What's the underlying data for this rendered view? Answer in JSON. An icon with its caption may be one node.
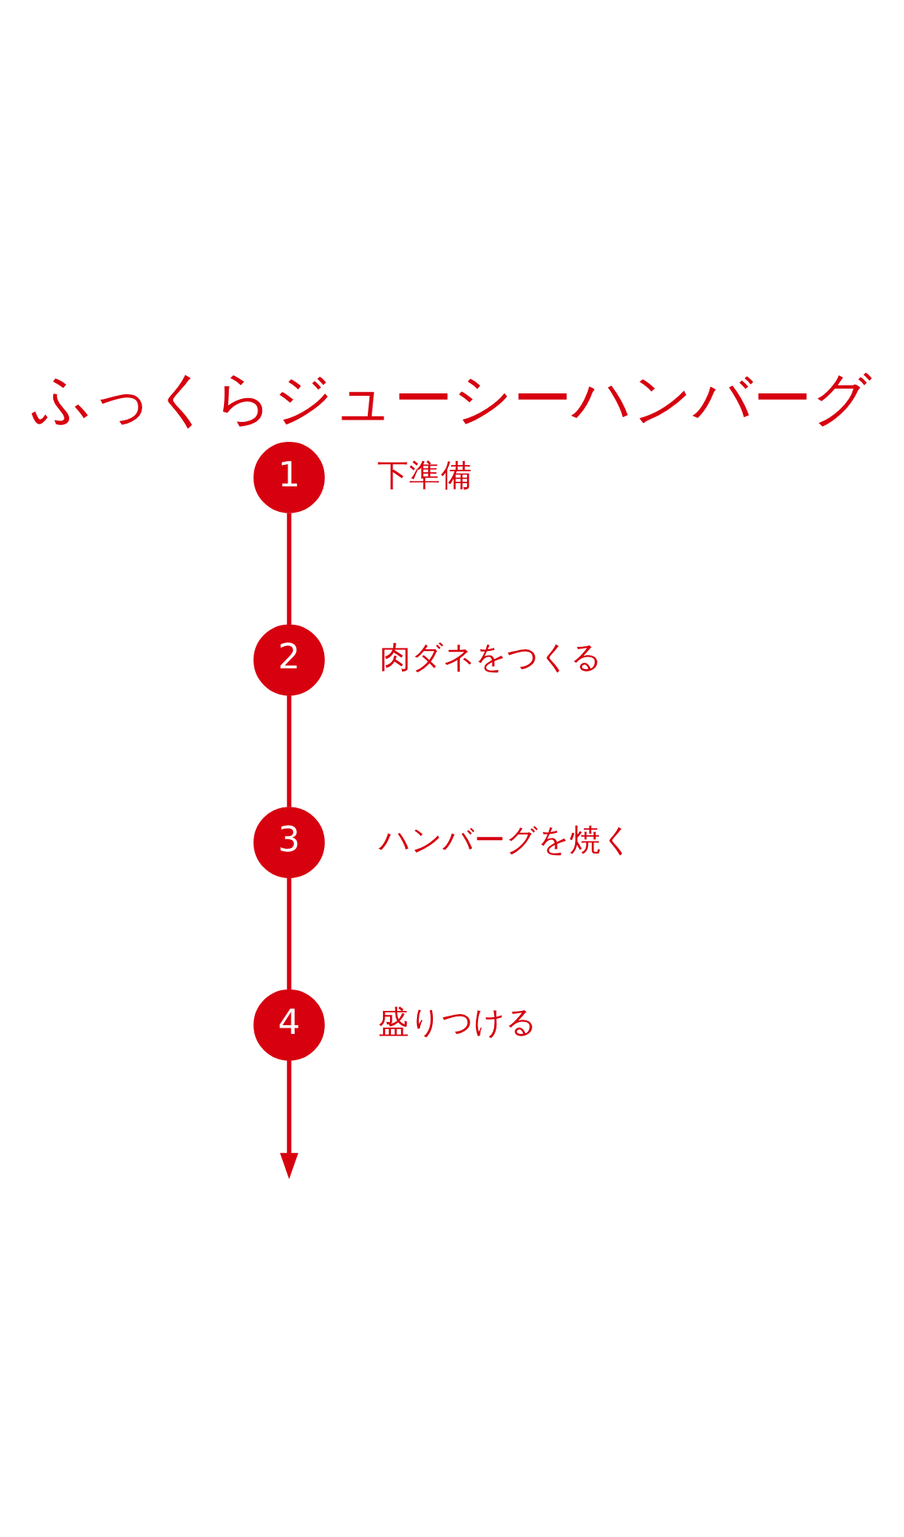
{
  "diagram": {
    "title": "ふっくらジューシーハンバーグ",
    "nodes": [
      {
        "text": [
          "1"
        ],
        "beside": [
          "下準備"
        ]
      },
      {
        "text": [
          "2"
        ],
        "beside": [
          "肉ダネをつくる"
        ]
      },
      {
        "text": [
          "3"
        ],
        "beside": [
          "ハンバーグを焼く"
        ]
      },
      {
        "text": [
          "4"
        ],
        "beside": [
          "盛りつける"
        ]
      }
    ],
    "edges": [
      {
        "from": 0,
        "to": 1,
        "arrow": "none"
      },
      {
        "from": 1,
        "to": 2,
        "arrow": "none"
      },
      {
        "from": 2,
        "to": 3,
        "arrow": "none"
      },
      {
        "from": 3,
        "to": null,
        "arrow": "to"
      }
    ]
  }
}
